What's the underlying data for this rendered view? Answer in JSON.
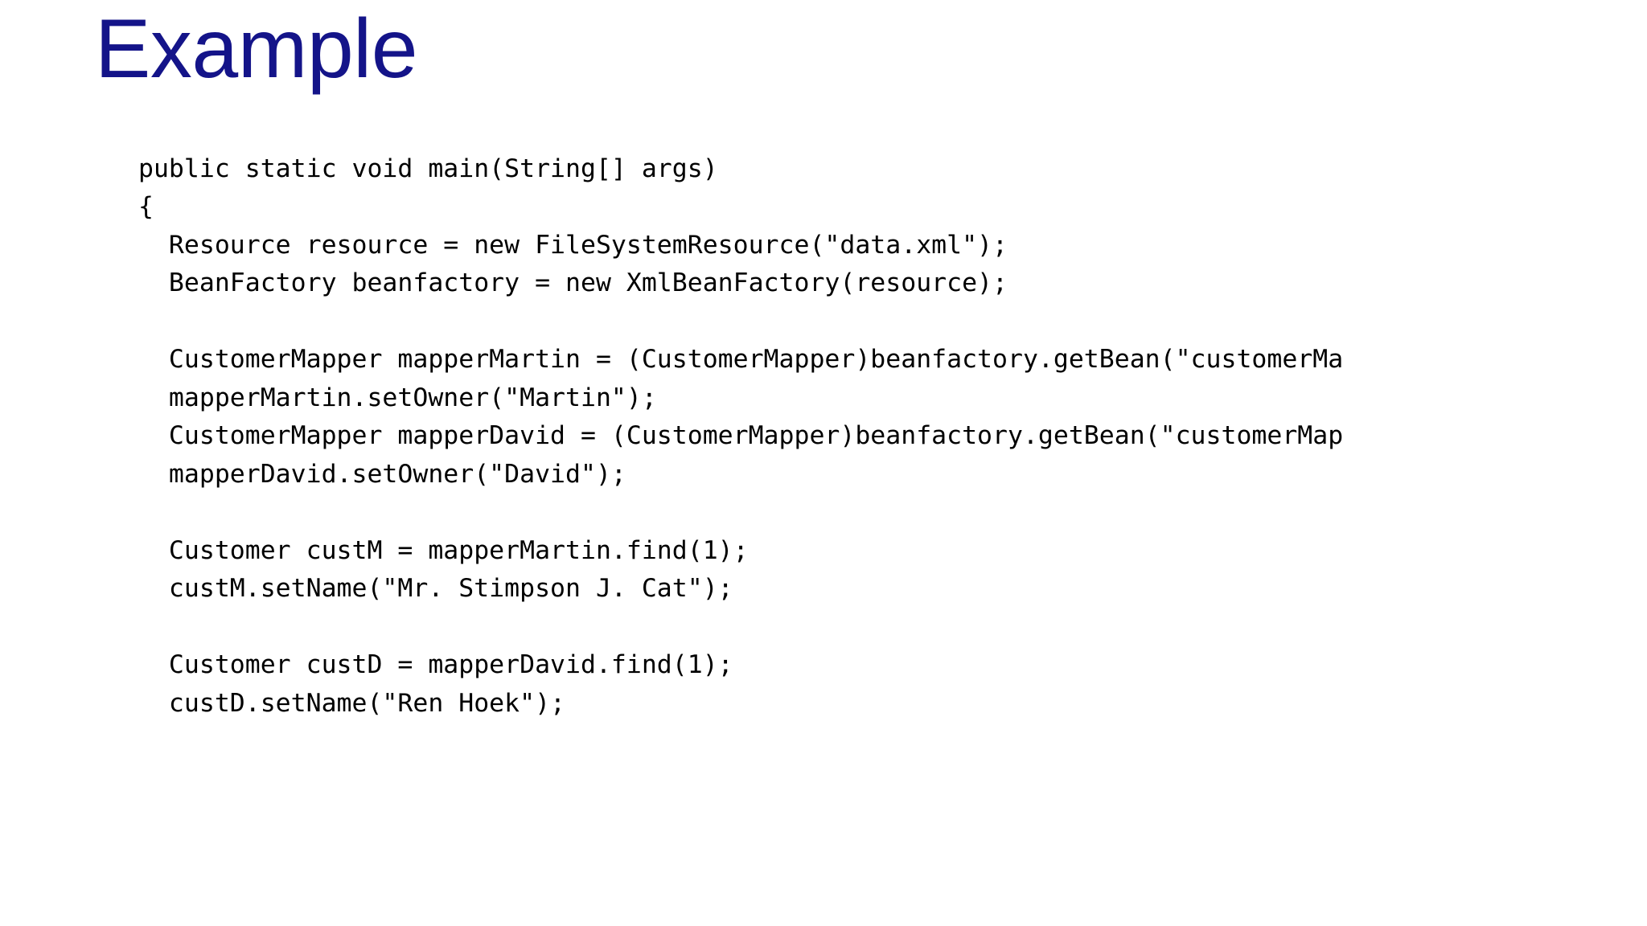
{
  "slide": {
    "title": "Example",
    "title_color": "#141489",
    "background_color": "#ffffff",
    "code_color": "#000000",
    "language": "java"
  },
  "code": {
    "lines": [
      "public static void main(String[] args)",
      "{",
      "  Resource resource = new FileSystemResource(\"data.xml\");",
      "  BeanFactory beanfactory = new XmlBeanFactory(resource);",
      "",
      "  CustomerMapper mapperMartin = (CustomerMapper)beanfactory.getBean(\"customerMa",
      "  mapperMartin.setOwner(\"Martin\");",
      "  CustomerMapper mapperDavid = (CustomerMapper)beanfactory.getBean(\"customerMap",
      "  mapperDavid.setOwner(\"David\");",
      "",
      "  Customer custM = mapperMartin.find(1);",
      "  custM.setName(\"Mr. Stimpson J. Cat\");",
      "",
      "  Customer custD = mapperDavid.find(1);",
      "  custD.setName(\"Ren Hoek\");"
    ]
  }
}
